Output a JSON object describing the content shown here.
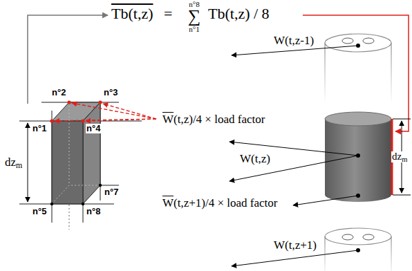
{
  "diagram": {
    "labels": [
      "Tb(t,z)",
      "=",
      "n°8",
      "∑",
      "n°1",
      "Tb(t,z) / 8",
      "n°1",
      "n°2",
      "n°3",
      "n°4",
      "n°5",
      "n°7",
      "n°8",
      "dzm",
      "W(t,z)/4 × load factor",
      "W(t,z-1)",
      "W(t,z)",
      "W(t,z+1)/4 × load factor",
      "W(t,z+1)",
      "dzm"
    ]
  }
}
